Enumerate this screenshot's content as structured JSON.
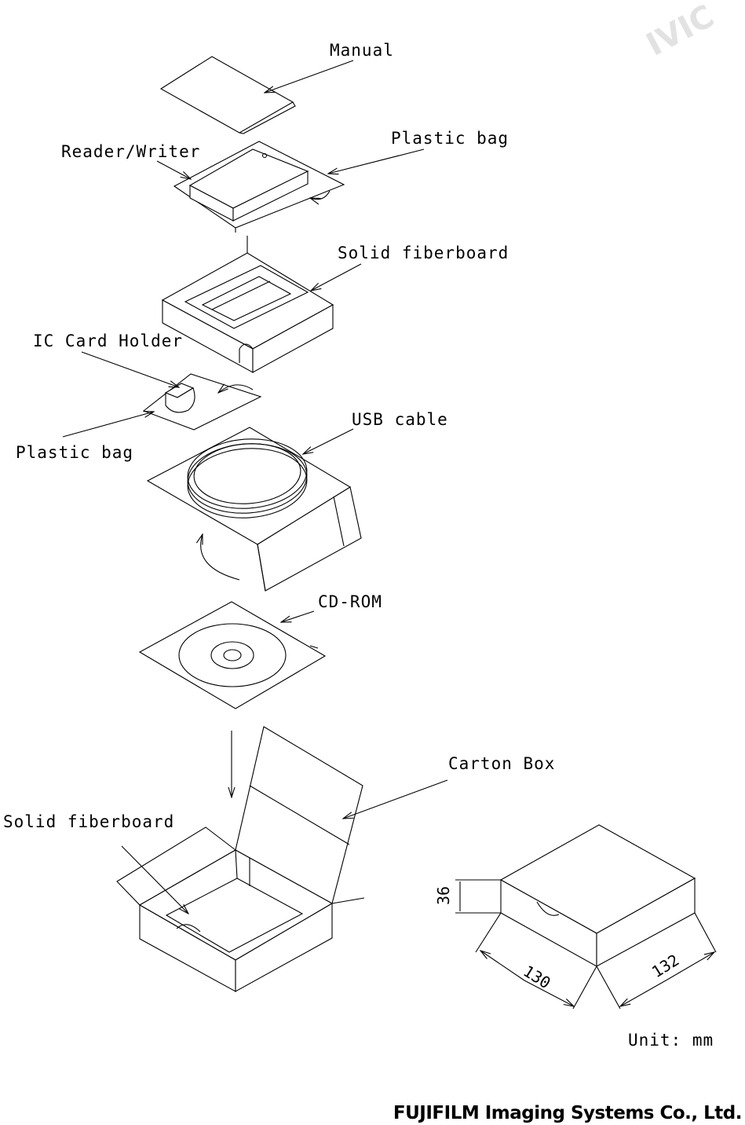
{
  "watermark": "IVIC",
  "labels": {
    "manual": "Manual",
    "plastic_bag_top": "Plastic bag",
    "reader_writer": "Reader/Writer",
    "solid_fiberboard_top": "Solid fiberboard",
    "ic_card_holder": "IC Card Holder",
    "plastic_bag_mid": "Plastic bag",
    "usb_cable": "USB cable",
    "cd_rom": "CD-ROM",
    "carton_box": "Carton Box",
    "solid_fiberboard_bottom": "Solid fiberboard"
  },
  "dimensions": {
    "height": "36",
    "width": "130",
    "depth": "132",
    "unit": "Unit: mm"
  },
  "footer": {
    "company": "FUJIFILM Imaging Systems Co., Ltd."
  }
}
